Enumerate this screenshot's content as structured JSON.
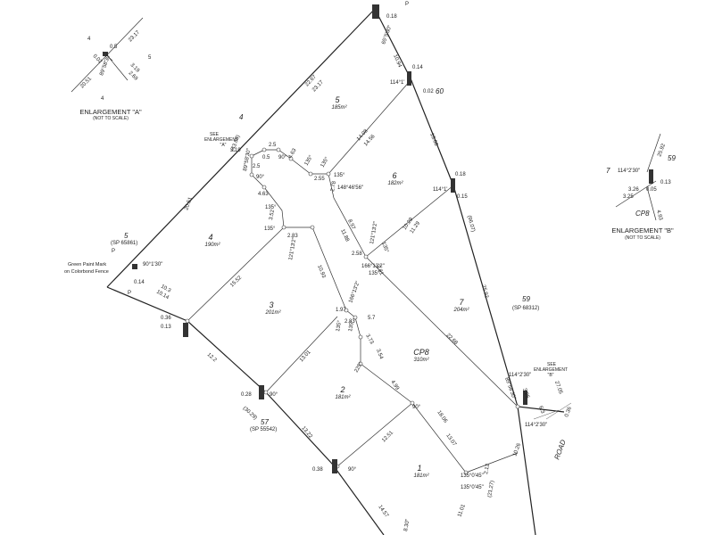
{
  "lots": [
    {
      "number": "5",
      "area": "185m²"
    },
    {
      "number": "6",
      "area": "182m²"
    },
    {
      "number": "4",
      "area": "190m²"
    },
    {
      "number": "3",
      "area": "201m²"
    },
    {
      "number": "7",
      "area": "204m²"
    },
    {
      "number": "2",
      "area": "181m²"
    },
    {
      "number": "1",
      "area": "181m²"
    }
  ],
  "common_property": {
    "label": "CP8",
    "area": "310m²"
  },
  "adjoining": {
    "n4": "4",
    "n5_left": "5",
    "sp_left": "(SP 65861)",
    "n57": "57",
    "sp57": "(SP 55542)",
    "n59": "59",
    "sp59": "(SP 68312)",
    "n60": "60",
    "road": "ROAD"
  },
  "notes": {
    "paint_mark_1": "Green Paint Mark",
    "paint_mark_2": "on Colorbond Fence",
    "see_a": [
      "SEE",
      "ENLARGEMENT",
      "\"A\""
    ],
    "see_b": [
      "SEE",
      "ENLARGEMENT",
      "\"B\""
    ],
    "p": "P"
  },
  "enlargement_a": {
    "title": "ENLARGEMENT \"A\"",
    "subtitle": "(NOT TO SCALE)",
    "labels": [
      "4",
      "5",
      "4",
      "23.17",
      "20.51",
      "0.02",
      "0.5",
      "3.19",
      "2.69",
      "89°58'30\""
    ]
  },
  "enlargement_b": {
    "title": "ENLARGEMENT \"B\"",
    "subtitle": "(NOT TO SCALE)",
    "labels": [
      "7",
      "59",
      "CP8",
      "114°2'30\"",
      "25.92",
      "3.26",
      "3.25",
      "0.05",
      "0.13",
      "4.93"
    ]
  },
  "dims": [
    "22.67",
    "23.17",
    "20.51",
    "(43.68)",
    "65°5'30\"",
    "0.18",
    "10.94",
    "114°1'",
    "0.14",
    "0.02",
    "13.68",
    "3.19",
    "2.5",
    "0.5",
    "4.63",
    "90°",
    "135°",
    "135°",
    "2.55",
    "14.08",
    "14.56",
    "2.78",
    "135°",
    "148°46'56\"",
    "89°58'30\"",
    "2.5",
    "90°",
    "4.63",
    "135°",
    "3.52",
    "135°",
    "114°1'",
    "0.18",
    "0.15",
    "8.97",
    "11.88",
    "(96.07)",
    "10.29",
    "11.29",
    "2.83",
    "121°13'2\"",
    "135°",
    "2.58",
    "121°13'2\"",
    "135°",
    "3.81",
    "166°13'2\"",
    "15.52",
    "10.93",
    "166°13'2\"",
    "25.92",
    "1.97",
    "2.83",
    "5.7",
    "135°",
    "3.73",
    "135°",
    "3.54",
    "22.68",
    "13.01",
    "225°",
    "4.99",
    "90°",
    "90°",
    "114°2'30\"",
    "89°58'30\"",
    "3.26",
    "27.05",
    "6.3",
    "0.36",
    "114°2'30\"",
    "12.51",
    "18.06",
    "13.07",
    "10.26",
    "13.22",
    "90°",
    "135°0'45\"",
    "2.12",
    "135°0'45\"",
    "(21.27)",
    "14.57",
    "11.01",
    "90°1'30\"",
    "10.3",
    "10.14",
    "0.14",
    "12.2",
    "(30.29)",
    "0.36",
    "0.28",
    "0.13",
    "0.38",
    "8.30\""
  ]
}
